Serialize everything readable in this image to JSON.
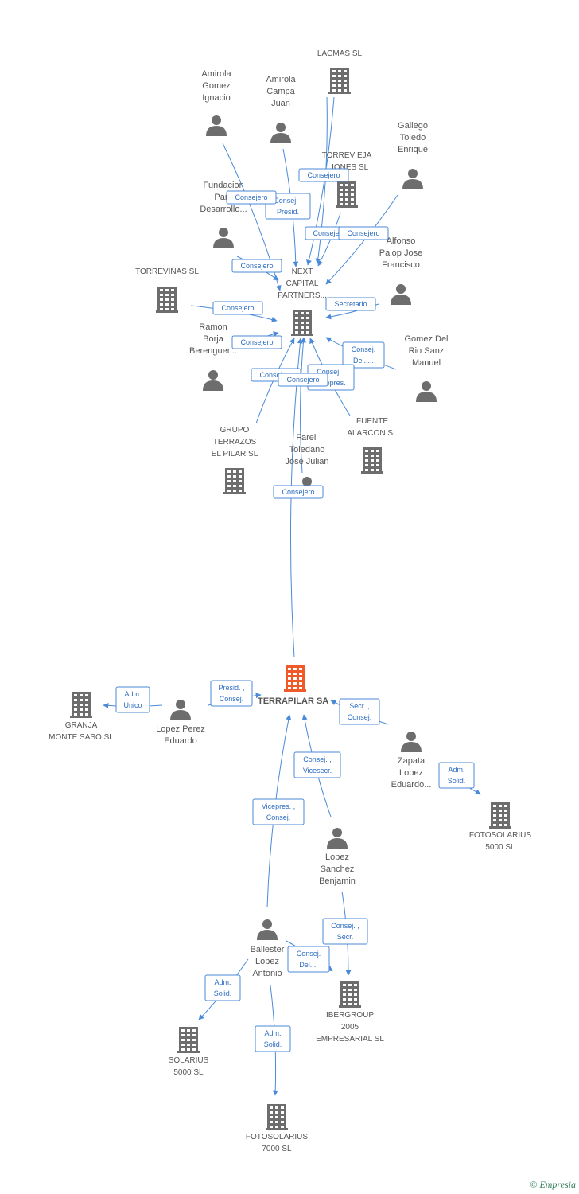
{
  "colors": {
    "edge": "#4a8ad8",
    "edge_text": "#2d6cc0",
    "node": "#6d6d6d",
    "center": "#f05a28"
  },
  "nodes": [
    {
      "id": "lacmas",
      "type": "company",
      "label": [
        "LACMAS SL"
      ]
    },
    {
      "id": "amirola_gi",
      "type": "person",
      "label": [
        "Amirola",
        "Gomez",
        "Ignacio"
      ]
    },
    {
      "id": "amirola_cj",
      "type": "person",
      "label": [
        "Amirola",
        "Campa",
        "Juan"
      ]
    },
    {
      "id": "gallego",
      "type": "person",
      "label": [
        "Gallego",
        "Toledo",
        "Enrique"
      ]
    },
    {
      "id": "torrevieja",
      "type": "company",
      "label": [
        "TORREVIEJA",
        "...IONES SL"
      ]
    },
    {
      "id": "fundacion",
      "type": "person",
      "label": [
        "Fundacion",
        "Para",
        "Desarrollo..."
      ]
    },
    {
      "id": "alfonso",
      "type": "person",
      "label": [
        "Alfonso",
        "Palop Jose",
        "Francisco"
      ]
    },
    {
      "id": "torrevinas",
      "type": "company",
      "label": [
        "TORREVIÑAS SL"
      ]
    },
    {
      "id": "next",
      "type": "company",
      "label": [
        "NEXT",
        "CAPITAL",
        "PARTNERS..."
      ]
    },
    {
      "id": "ramon",
      "type": "person",
      "label": [
        "Ramon",
        "Borja",
        "Berenguer..."
      ]
    },
    {
      "id": "gomezdel",
      "type": "person",
      "label": [
        "Gomez Del",
        "Rio Sanz",
        "Manuel"
      ]
    },
    {
      "id": "grupo",
      "type": "company",
      "label": [
        "GRUPO",
        "TERRAZOS",
        "EL PILAR SL"
      ]
    },
    {
      "id": "farell",
      "type": "person",
      "label": [
        "Farell",
        "Toledano",
        "Jose Julian"
      ]
    },
    {
      "id": "fuente",
      "type": "company",
      "label": [
        "FUENTE",
        "ALARCON SL"
      ]
    },
    {
      "id": "terrapilar",
      "type": "center",
      "label": [
        "TERRAPILAR SA"
      ]
    },
    {
      "id": "granja",
      "type": "company",
      "label": [
        "GRANJA",
        "MONTE SASO SL"
      ]
    },
    {
      "id": "lopezperez",
      "type": "person",
      "label": [
        "Lopez Perez",
        "Eduardo"
      ]
    },
    {
      "id": "zapata",
      "type": "person",
      "label": [
        "Zapata",
        "Lopez",
        "Eduardo..."
      ]
    },
    {
      "id": "fotosolarius5000",
      "type": "company",
      "label": [
        "FOTOSOLARIUS",
        "5000 SL"
      ]
    },
    {
      "id": "lopezsanchez",
      "type": "person",
      "label": [
        "Lopez",
        "Sanchez",
        "Benjamin"
      ]
    },
    {
      "id": "ballester",
      "type": "person",
      "label": [
        "Ballester",
        "Lopez",
        "Antonio"
      ]
    },
    {
      "id": "ibergroup",
      "type": "company",
      "label": [
        "IBERGROUP",
        "2005",
        "EMPRESARIAL SL"
      ]
    },
    {
      "id": "solarius5000",
      "type": "company",
      "label": [
        "SOLARIUS",
        "5000 SL"
      ]
    },
    {
      "id": "fotosolarius7000",
      "type": "company",
      "label": [
        "FOTOSOLARIUS",
        "7000 SL"
      ]
    }
  ],
  "edges": [
    {
      "id": "e_lacmas_next",
      "label": [
        "Consejero"
      ]
    },
    {
      "id": "e_amirolacj_next",
      "label": [
        "Consej. ,",
        "Presid."
      ]
    },
    {
      "id": "e_amirolagi_next",
      "label": [
        "Consejero"
      ]
    },
    {
      "id": "e_torrevieja_next",
      "label": [
        "Consejero"
      ]
    },
    {
      "id": "e_gallego_next",
      "label": [
        "Consejero"
      ]
    },
    {
      "id": "e_lacmas2_next",
      "label": [
        "Consejero"
      ]
    },
    {
      "id": "e_fundacion_next",
      "label": [
        "Consejero"
      ]
    },
    {
      "id": "e_alfonso_next",
      "label": [
        "Secretario"
      ]
    },
    {
      "id": "e_torrevinas_next",
      "label": [
        "Consejero"
      ]
    },
    {
      "id": "e_ramon_next",
      "label": [
        "Consejero"
      ]
    },
    {
      "id": "e_gomezdel_next",
      "label": [
        "Consej.",
        "Del.,..."
      ]
    },
    {
      "id": "e_grupo_next",
      "label": [
        "Consejero"
      ]
    },
    {
      "id": "e_fuente_next",
      "label": [
        "Consej. ,",
        "Vicepres."
      ]
    },
    {
      "id": "e_farell_next",
      "label": [
        "Consejero"
      ]
    },
    {
      "id": "e_terrapilar_next",
      "label": [
        "Consejero"
      ]
    },
    {
      "id": "e_lopezperez_granja",
      "label": [
        "Adm.",
        "Unico"
      ]
    },
    {
      "id": "e_lopezperez_terra",
      "label": [
        "Presid. ,",
        "Consej."
      ]
    },
    {
      "id": "e_zapata_terra",
      "label": [
        "Secr. ,",
        "Consej."
      ]
    },
    {
      "id": "e_zapata_foto5000",
      "label": [
        "Adm.",
        "Solid."
      ]
    },
    {
      "id": "e_lopezsanchez_terra",
      "label": [
        "Consej. ,",
        "Vicesecr."
      ]
    },
    {
      "id": "e_ballester_terra",
      "label": [
        "Vicepres. ,",
        "Consej."
      ]
    },
    {
      "id": "e_lopezsanchez_iber",
      "label": [
        "Consej. ,",
        "Secr."
      ]
    },
    {
      "id": "e_ballester_iber",
      "label": [
        "Consej.",
        "Del...."
      ]
    },
    {
      "id": "e_ballester_solarius",
      "label": [
        "Adm.",
        "Solid."
      ]
    },
    {
      "id": "e_ballester_foto7000",
      "label": [
        "Adm.",
        "Solid."
      ]
    }
  ],
  "footer": {
    "copyright": "©",
    "brand": "Empresia"
  }
}
